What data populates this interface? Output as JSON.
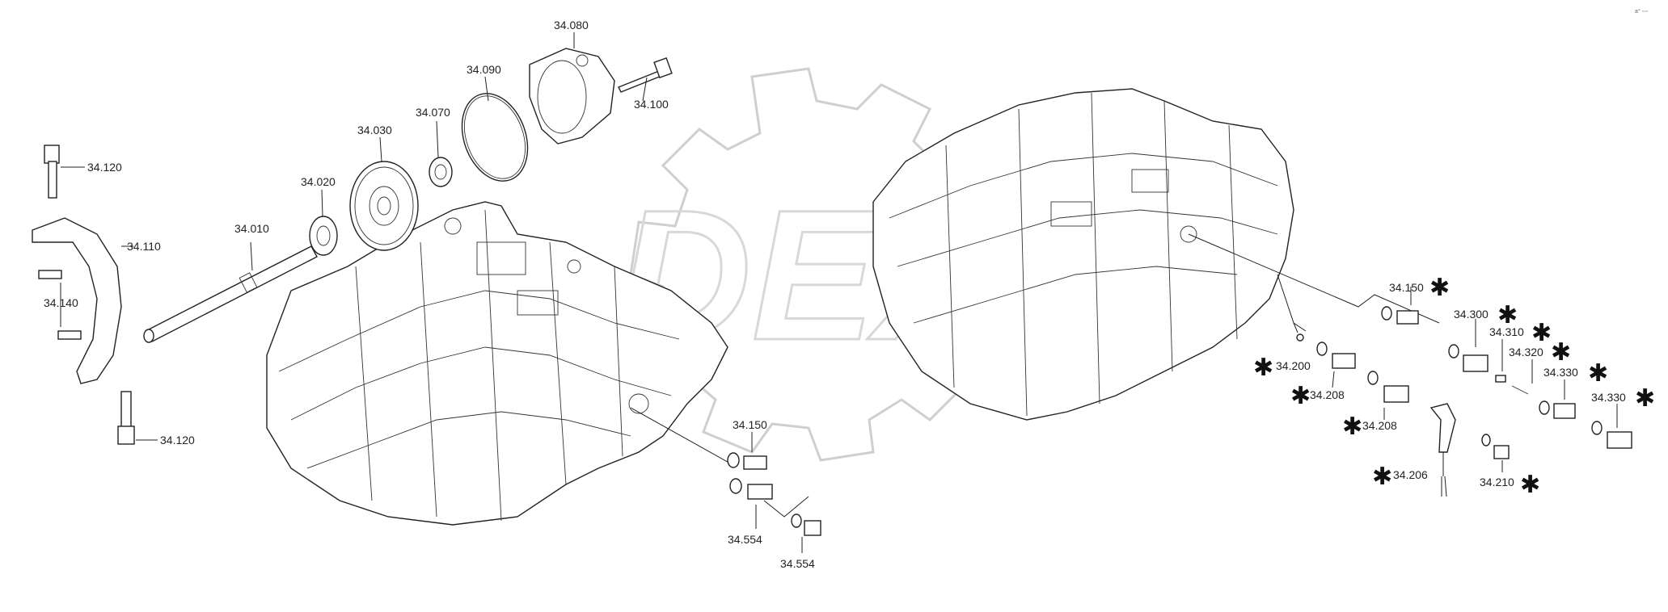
{
  "corner_mark": "a° ◦◦◦",
  "watermark": "DEX",
  "labels": [
    {
      "id": "34080",
      "text": "34.080"
    },
    {
      "id": "34090",
      "text": "34.090"
    },
    {
      "id": "34100",
      "text": "34.100"
    },
    {
      "id": "34070",
      "text": "34.070"
    },
    {
      "id": "34030",
      "text": "34.030"
    },
    {
      "id": "34020",
      "text": "34.020"
    },
    {
      "id": "34010",
      "text": "34.010"
    },
    {
      "id": "34120a",
      "text": "34.120"
    },
    {
      "id": "34110",
      "text": "34.110"
    },
    {
      "id": "34140",
      "text": "34.140"
    },
    {
      "id": "34120b",
      "text": "34.120"
    },
    {
      "id": "34150a",
      "text": "34.150"
    },
    {
      "id": "34554a",
      "text": "34.554"
    },
    {
      "id": "34554b",
      "text": "34.554"
    },
    {
      "id": "34150b",
      "text": "34.150"
    },
    {
      "id": "34300",
      "text": "34.300"
    },
    {
      "id": "34310",
      "text": "34.310"
    },
    {
      "id": "34320",
      "text": "34.320"
    },
    {
      "id": "34330a",
      "text": "34.330"
    },
    {
      "id": "34330b",
      "text": "34.330"
    },
    {
      "id": "34200",
      "text": "34.200"
    },
    {
      "id": "34208a",
      "text": "34.208"
    },
    {
      "id": "34208b",
      "text": "34.208"
    },
    {
      "id": "34206",
      "text": "34.206"
    },
    {
      "id": "34210",
      "text": "34.210"
    }
  ],
  "asterisk": "✱"
}
